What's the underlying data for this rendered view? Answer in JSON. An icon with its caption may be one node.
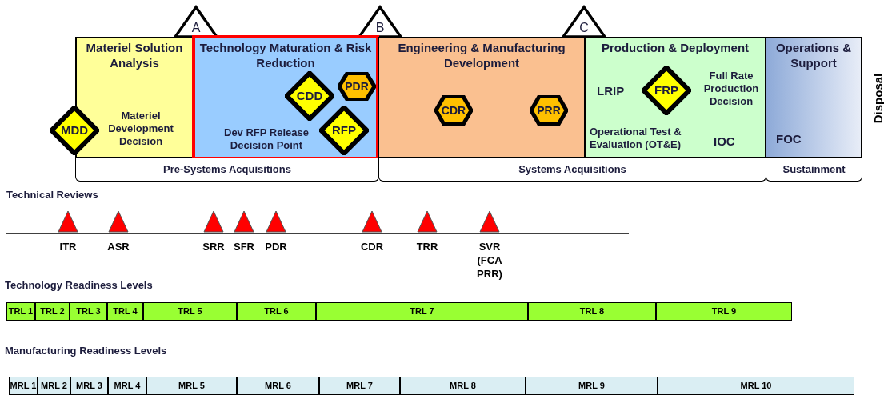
{
  "diagram": {
    "nodes": [
      {
        "text": [
          "A"
        ]
      },
      {
        "text": [
          "B"
        ]
      },
      {
        "text": [
          "C"
        ]
      },
      {
        "text": [
          "Materiel Solution Analysis"
        ]
      },
      {
        "text": [
          "Technology Maturation & Risk Reduction"
        ]
      },
      {
        "text": [
          "CDD"
        ],
        "in": 4
      },
      {
        "text": [
          "PDR"
        ],
        "in": 4
      },
      {
        "text": [
          "RFP"
        ],
        "in": 4,
        "beside": [
          "Dev RFP Release Decision Point"
        ]
      },
      {
        "text": [
          "MDD"
        ]
      },
      {
        "text": [
          "Engineering & Manufacturing Development"
        ]
      },
      {
        "text": [
          "CDR"
        ],
        "in": 9
      },
      {
        "text": [
          "PRR"
        ],
        "in": 9
      },
      {
        "text": [
          "Production & Deployment"
        ]
      },
      {
        "text": [
          "FRP"
        ],
        "in": 12
      },
      {
        "text": [
          "Operations & Support"
        ]
      },
      {
        "text": [
          "Pre-Systems Acquisitions"
        ]
      },
      {
        "text": [
          "Systems Acquisitions"
        ]
      },
      {
        "text": [
          "Sustainment"
        ]
      },
      {
        "text": [
          "ITR"
        ]
      },
      {
        "text": [
          "ASR"
        ]
      },
      {
        "text": [
          "SRR"
        ]
      },
      {
        "text": [
          "SFR"
        ]
      },
      {
        "text": [
          "PDR"
        ]
      },
      {
        "text": [
          "CDR"
        ]
      },
      {
        "text": [
          "TRR"
        ]
      },
      {
        "text": [
          "SVR (FCA PRR)"
        ]
      },
      {
        "text": [
          "TRL 1"
        ]
      },
      {
        "text": [
          "TRL 2"
        ]
      },
      {
        "text": [
          "TRL 3"
        ]
      },
      {
        "text": [
          "TRL 4"
        ]
      },
      {
        "text": [
          "TRL 5"
        ]
      },
      {
        "text": [
          "TRL 6"
        ]
      },
      {
        "text": [
          "TRL 7"
        ]
      },
      {
        "text": [
          "TRL 8"
        ]
      },
      {
        "text": [
          "TRL 9"
        ]
      },
      {
        "text": [
          "MRL 1"
        ]
      },
      {
        "text": [
          "MRL 2"
        ]
      },
      {
        "text": [
          "MRL 3"
        ]
      },
      {
        "text": [
          "MRL 4"
        ]
      },
      {
        "text": [
          "MRL 5"
        ]
      },
      {
        "text": [
          "MRL 6"
        ]
      },
      {
        "text": [
          "MRL 7"
        ]
      },
      {
        "text": [
          "MRL 8"
        ]
      },
      {
        "text": [
          "MRL 9"
        ]
      },
      {
        "text": [
          "MRL 10"
        ]
      }
    ],
    "labels": [
      "Materiel Development Decision",
      "LRIP",
      "Full Rate Production Decision",
      "Operational Test & Evaluation (OT&E)",
      "IOC",
      "FOC",
      "Disposal",
      "Technical Reviews",
      "Technology Readiness Levels",
      "Manufacturing Readiness Levels"
    ]
  }
}
